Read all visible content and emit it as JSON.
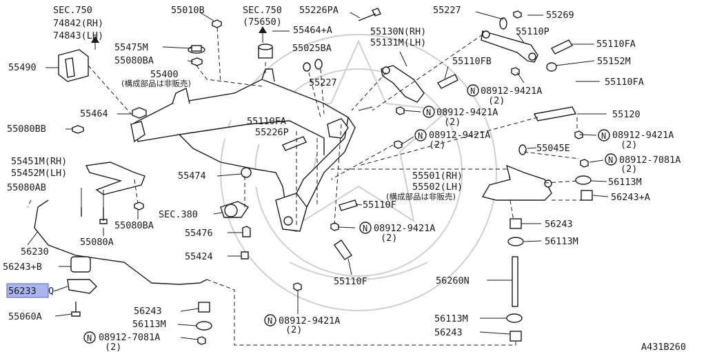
{
  "diagram": {
    "figure_code": "A431B260",
    "highlighted_part": "56233",
    "highlight_color": "#a9b4f0",
    "refs": {
      "sec750_a": {
        "title": "SEC.750",
        "lines": [
          "74842(RH)",
          "74843(LH)"
        ]
      },
      "sec750_b": {
        "title": "SEC.750",
        "lines": [
          "(75650)"
        ]
      },
      "sec380": "SEC.380"
    },
    "labels": {
      "p55010B": "55010B",
      "p55226PA": "55226PA",
      "p55227_top": "55227",
      "p55269": "55269",
      "p55464A": "55464+A",
      "p55475M": "55475M",
      "p55025BA": "55025BA",
      "p55130N": "55130N(RH)",
      "p55131M": "55131M(LH)",
      "p55110P": "55110P",
      "p55110FA_1": "55110FA",
      "p55490": "55490",
      "p55080BA_1": "55080BA",
      "p55400": "55400",
      "p55400_note": "(構成部品は非販売)",
      "p55227_mid": "55227",
      "p55110FB": "55110FB",
      "p55152M": "55152M",
      "n08912_1": "08912-9421A",
      "n08912_1q": "(2)",
      "p55110FA_2": "55110FA",
      "p55464": "55464",
      "n08912_2": "08912-9421A",
      "n08912_2q": "(2)",
      "p55120": "55120",
      "p55110FA_3": "55110FA",
      "p55226P": "55226P",
      "p55080BB": "55080BB",
      "n08912_3": "08912-9421A",
      "n08912_3q": "(2)",
      "n08912_4": "08912-9421A",
      "n08912_4q": "(2)",
      "p55045E": "55045E",
      "p55451M": "55451M(RH)",
      "p55452M": "55452M(LH)",
      "n08912_7081_1": "08912-7081A",
      "n08912_7081_1q": "(2)",
      "p55474": "55474",
      "p55501": "55501(RH)",
      "p55502": "55502(LH)",
      "p55501_note": "(構成部品は非販売)",
      "p56113M_1": "56113M",
      "p55080AB": "55080AB",
      "p56243A": "56243+A",
      "p55110F_1": "55110F",
      "p55080BA_2": "55080BA",
      "n08912_5": "08912-9421A",
      "n08912_5q": "(2)",
      "p56243_1": "56243",
      "p55476": "55476",
      "p56113M_2": "56113M",
      "p56230": "56230",
      "p55080A": "55080A",
      "p55424": "55424",
      "p56243B": "56243+B",
      "p55110F_2": "55110F",
      "p56260N": "56260N",
      "p56233Q": "Q",
      "p55060A": "55060A",
      "p56243_2": "56243",
      "n08912_6": "08912-9421A",
      "n08912_6q": "(2)",
      "p56113M_3": "56113M",
      "p56113M_4": "56113M",
      "n08912_7081_2": "08912-7081A",
      "n08912_7081_2q": "(2)",
      "p56243_3": "56243"
    },
    "n_mark": "N"
  }
}
